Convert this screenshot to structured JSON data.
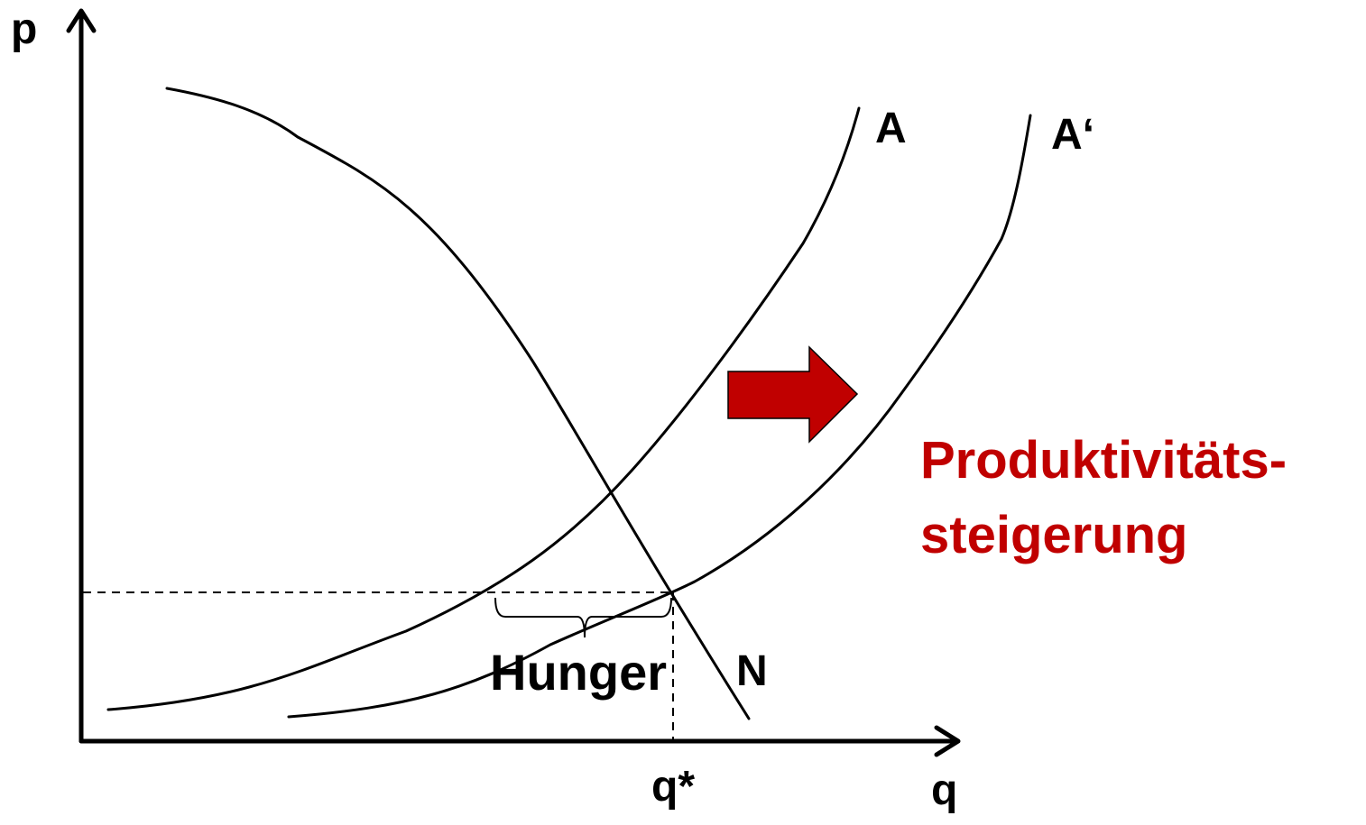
{
  "diagram": {
    "axes": {
      "y_label": "p",
      "x_label": "q",
      "x_marker_label": "q*"
    },
    "curves": {
      "supply_label": "A",
      "supply_shifted_label": "A‘",
      "demand_label": "N"
    },
    "gap_label": "Hunger",
    "annotation": {
      "line1": "Produktivitäts-",
      "line2": "steigerung"
    },
    "colors": {
      "lines": "#000000",
      "accent": "#c00000"
    }
  }
}
